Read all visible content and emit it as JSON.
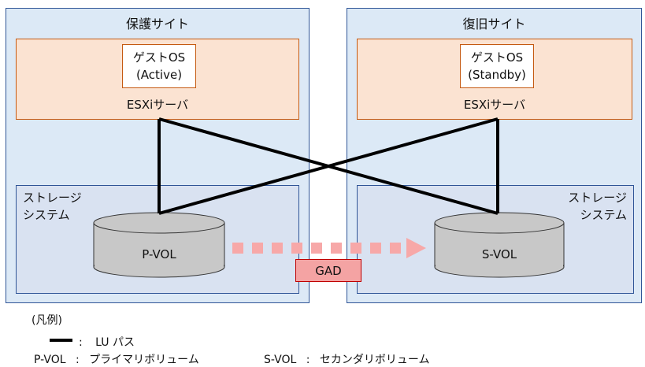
{
  "protect_site": {
    "title": "保護サイト",
    "server_label": "ESXiサーバ",
    "guest_line1": "ゲストOS",
    "guest_line2": "(Active)",
    "storage_line1": "ストレージ",
    "storage_line2": "システム",
    "volume": "P-VOL"
  },
  "recovery_site": {
    "title": "復旧サイト",
    "server_label": "ESXiサーバ",
    "guest_line1": "ゲストOS",
    "guest_line2": "(Standby)",
    "storage_line1": "ストレージ",
    "storage_line2": "システム",
    "volume": "S-VOL"
  },
  "replication": {
    "label": "GAD"
  },
  "legend": {
    "title": "(凡例)",
    "lu_path_sep": ":",
    "lu_path": "LU パス",
    "pvol_key": "P-VOL",
    "pvol_sep": ":",
    "pvol_desc": "プライマリボリューム",
    "svol_key": "S-VOL",
    "svol_sep": ":",
    "svol_desc": "セカンダリボリューム"
  },
  "colors": {
    "site_fill": "#dce9f6",
    "server_fill": "#fbe3d2",
    "storage_fill": "#d9e2f1",
    "volume_fill": "#c8c8c8",
    "gad_fill": "#f4a3a3",
    "arrow": "#f7a8a8"
  }
}
